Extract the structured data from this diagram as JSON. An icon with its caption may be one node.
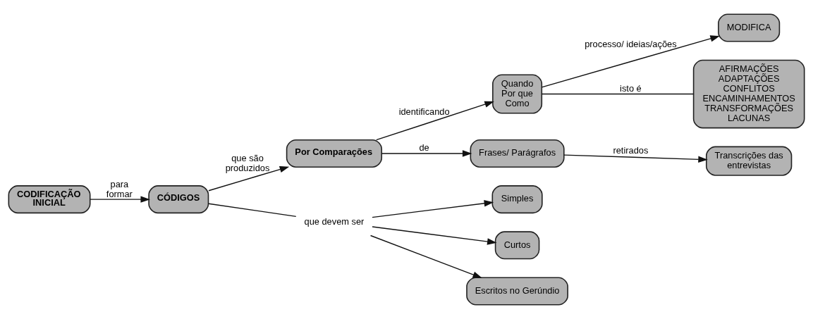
{
  "diagram": {
    "nodes": [
      {
        "text": [
          "Quando Por que Como"
        ]
      },
      {
        "text": [
          "MODIFICA"
        ]
      },
      {
        "text": [
          "AFIRMAÇÕES ADAPTAÇÕES CONFLITOS ENCAMINHAMENTOS TRANSFORMAÇÕES LACUNAS"
        ]
      },
      {
        "text": [
          "CODIFICAÇÃO INICIAL"
        ]
      },
      {
        "text": [
          "CÓDIGOS"
        ]
      },
      {
        "text": [
          "Por Comparações"
        ]
      },
      {
        "text": [
          "que devem ser"
        ]
      },
      {
        "text": [
          "Simples"
        ]
      },
      {
        "text": [
          "Curtos"
        ]
      },
      {
        "text": [
          "Escritos no Gerúndio"
        ]
      },
      {
        "text": [
          "Frases/ Parágrafos"
        ]
      },
      {
        "text": [
          "Transcrições das entrevistas"
        ]
      }
    ],
    "edges": [
      {
        "from": 3,
        "to": 4,
        "arrow": "to",
        "label": "para formar"
      },
      {
        "from": 4,
        "to": 5,
        "arrow": "to",
        "label": "que são produzidos"
      },
      {
        "from": 4,
        "to": 6,
        "arrow": "none"
      },
      {
        "from": 6,
        "to": 7,
        "arrow": "to"
      },
      {
        "from": 6,
        "to": 9,
        "arrow": "to"
      },
      {
        "from": 6,
        "to": 8,
        "arrow": "to"
      },
      {
        "from": 5,
        "to": 0,
        "arrow": "to",
        "label": "identificando"
      },
      {
        "from": 0,
        "to": 1,
        "arrow": "to",
        "label": "processo/ ideias/ações"
      },
      {
        "from": 0,
        "to": 2,
        "arrow": "none",
        "label": "isto é"
      },
      {
        "from": 5,
        "to": 10,
        "arrow": "to",
        "label": "de"
      },
      {
        "from": 10,
        "to": 11,
        "arrow": "to",
        "label": "retirados"
      }
    ]
  }
}
